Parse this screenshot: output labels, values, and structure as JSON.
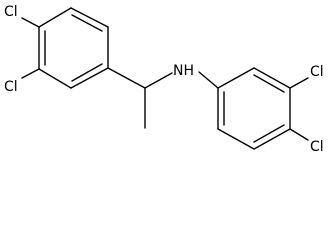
{
  "molecule": {
    "atoms": {
      "cl_left_top": "Cl",
      "cl_left_bottom": "Cl",
      "nh": "NH",
      "cl_right_top": "Cl",
      "cl_right_bottom": "Cl"
    }
  },
  "colors": {
    "bond": "#000000",
    "label": "#000000",
    "background": "#ffffff"
  }
}
